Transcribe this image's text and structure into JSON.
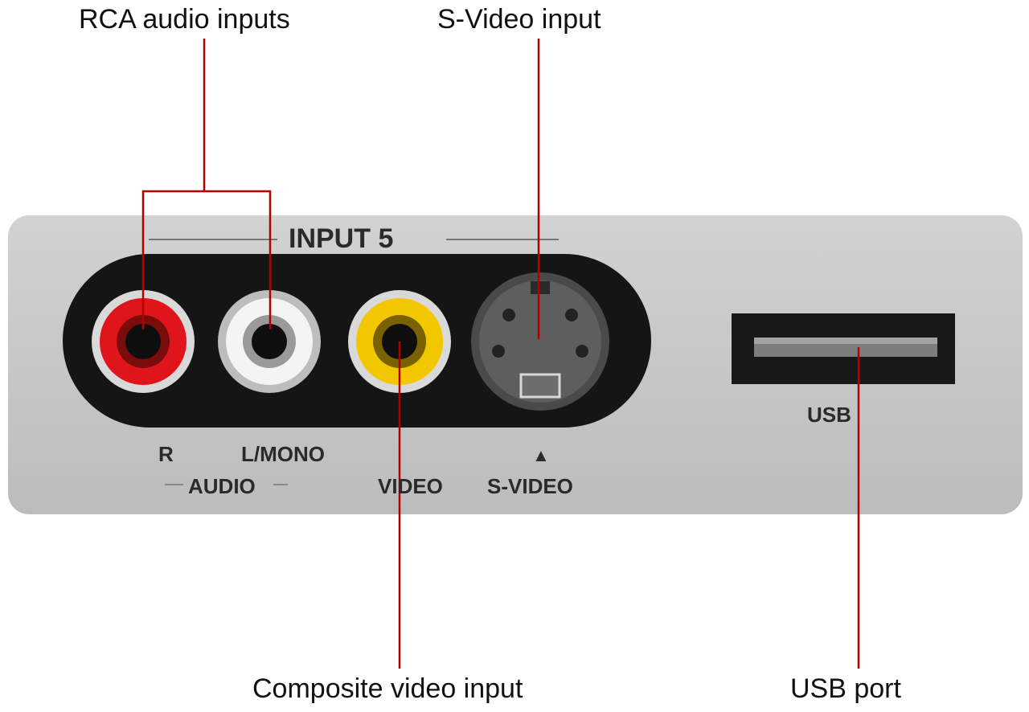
{
  "callouts": {
    "rca_audio": "RCA audio inputs",
    "svideo": "S-Video input",
    "composite": "Composite video input",
    "usb_port": "USB port"
  },
  "panel": {
    "title": "INPUT 5",
    "labels": {
      "r": "R",
      "l_mono": "L/MONO",
      "audio": "AUDIO",
      "video": "VIDEO",
      "svideo_arrow": "▲",
      "svideo": "S-VIDEO",
      "usb": "USB"
    }
  },
  "colors": {
    "callout_line": "#b30000",
    "jack_red": "#e0151c",
    "jack_white": "#f4f4f4",
    "jack_yellow": "#f2c700",
    "panel_gray": "#c8c8c8",
    "port_black": "#1a1a1a"
  }
}
